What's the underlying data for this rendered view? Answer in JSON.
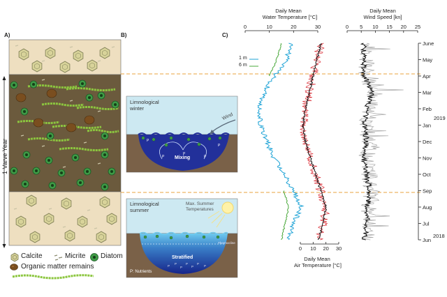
{
  "panels": {
    "a": "A)",
    "b": "B)",
    "c": "C)"
  },
  "panel_a": {
    "varve_label": "1 Varve Year",
    "legend": [
      {
        "label": "Calcite",
        "icon": "calcite-icon"
      },
      {
        "label": "Micrite",
        "icon": "micrite-icon"
      },
      {
        "label": "Diatom",
        "icon": "diatom-icon"
      },
      {
        "label": "Organic matter remains",
        "icon": "organic-matter-icon"
      }
    ],
    "colors": {
      "calcite_layer": "#eedfc0",
      "dark_layer": "#6b5a3d",
      "diatom": "#2b7d34",
      "organic": "#8cc63f"
    }
  },
  "panel_b": {
    "winter_title_1": "Limnological",
    "winter_title_2": "winter",
    "wind": "Wind",
    "mixing": "Mixing",
    "summer_title_1": "Limnological",
    "summer_title_2": "summer",
    "max_temp_1": "Max. Summer",
    "max_temp_2": "Temperatures",
    "thermocline": "Thermocline",
    "stratified": "Stratified",
    "nutrients": "P: Nutrients",
    "nutrient_symbol": "P"
  },
  "panel_c": {
    "water_temp_title_1": "Daily Mean",
    "water_temp_title_2": "Water Temperature [°C]",
    "wind_title_1": "Daily Mean",
    "wind_title_2": "Wind Speed [kn]",
    "air_title_1": "Daily Mean",
    "air_title_2": "Air Temperature [°C]",
    "legend_1m": "1 m",
    "legend_6m": "6 m",
    "year_2019": "2019",
    "year_2018": "2018",
    "colors": {
      "temp_1m": "#1ea3d6",
      "temp_6m": "#4aa83b",
      "air_raw": "#d9252e",
      "smooth": "#111111",
      "wind_raw": "#a6a6a6",
      "dashed": "#e8a33d"
    }
  },
  "chart_data": [
    {
      "type": "line",
      "title": "",
      "xlabel": "Daily Mean Water Temperature [°C]",
      "ylabel": "",
      "xlim": [
        0,
        30
      ],
      "x_ticks": [
        "0",
        "10",
        "20",
        "30"
      ],
      "series": [
        {
          "name": "1 m",
          "points": [
            [
              "Jun",
              18
            ],
            [
              "Jul",
              20
            ],
            [
              "Aug",
              23
            ],
            [
              "Sep",
              20
            ],
            [
              "Oct",
              16
            ],
            [
              "Nov",
              12
            ],
            [
              "Dec",
              9
            ],
            [
              "Jan",
              6.5
            ],
            [
              "Feb",
              6
            ],
            [
              "Mar",
              8
            ],
            [
              "Apr",
              12
            ],
            [
              "May",
              17
            ],
            [
              "June",
              19
            ]
          ]
        },
        {
          "name": "6 m",
          "points": [
            [
              "Jun",
              15
            ],
            [
              "Jul",
              16.5
            ],
            [
              "Aug",
              18
            ],
            [
              "Sep",
              16
            ]
          ]
        },
        {
          "name": "6 m",
          "points": [
            [
              "Apr",
              10
            ],
            [
              "May",
              13
            ],
            [
              "June",
              15
            ]
          ]
        }
      ]
    },
    {
      "type": "line",
      "title": "",
      "xlabel": "Daily Mean Air Temperature [°C]",
      "ylabel": "",
      "xlim": [
        0,
        30
      ],
      "x_ticks": [
        "0",
        "10",
        "20",
        "30"
      ],
      "series": [
        {
          "points": [
            [
              "Jun",
              14
            ],
            [
              "Jul",
              18
            ],
            [
              "Aug",
              20
            ],
            [
              "Sep",
              16
            ],
            [
              "Oct",
              12
            ],
            [
              "Nov",
              8
            ],
            [
              "Dec",
              4
            ],
            [
              "Jan",
              2
            ],
            [
              "Feb",
              4
            ],
            [
              "Mar",
              7
            ],
            [
              "Apr",
              10
            ],
            [
              "May",
              13
            ],
            [
              "June",
              16
            ]
          ]
        }
      ]
    },
    {
      "type": "line",
      "title": "",
      "xlabel": "Daily Mean Wind Speed [kn]",
      "ylabel": "",
      "xlim": [
        0,
        25
      ],
      "x_ticks": [
        "0",
        "5",
        "10",
        "15",
        "20",
        "25"
      ],
      "series": [
        {
          "points": [
            [
              "Jun",
              6
            ],
            [
              "Jul",
              7
            ],
            [
              "Aug",
              7
            ],
            [
              "Sep",
              8
            ],
            [
              "Oct",
              7
            ],
            [
              "Nov",
              6
            ],
            [
              "Dec",
              7
            ],
            [
              "Jan",
              6
            ],
            [
              "Feb",
              7
            ],
            [
              "Mar",
              9
            ],
            [
              "Apr",
              6
            ],
            [
              "May",
              6
            ],
            [
              "June",
              6
            ]
          ]
        }
      ]
    }
  ],
  "month_axis": [
    "June",
    "May",
    "Apr",
    "Mar",
    "Feb",
    "Jan",
    "Dec",
    "Nov",
    "Oct",
    "Sep",
    "Aug",
    "Jul",
    "Jun"
  ]
}
